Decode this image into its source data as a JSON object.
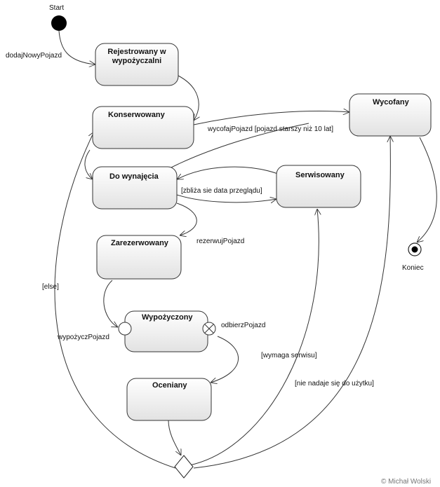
{
  "states": {
    "registered": {
      "line1": "Rejestrowany w",
      "line2": "wypożyczalni"
    },
    "conserved": "Konserwowany",
    "for_rent": "Do wynajęcia",
    "reserved": "Zarezerwowany",
    "rented": "Wypożyczony",
    "rated": "Oceniany",
    "serviced": "Serwisowany",
    "withdrawn": "Wycofany"
  },
  "pseudostates": {
    "start": "Start",
    "end": "Koniec"
  },
  "transitions": {
    "add_vehicle": "dodajNowyPojazd",
    "withdraw": "wycofajPojazd [pojazd starszy niż 10 lat]",
    "inspection_due": "[zbliża sie data przeglądu]",
    "reserve": "rezerwujPojazd",
    "rent": "wypożyczPojazd",
    "pickup": "odbierzPojazd",
    "else_guard": "[else]",
    "needs_service": "[wymaga serwisu]",
    "unusable": "[nie nadaje się do użytku]"
  },
  "credit": "© Michał Wolski",
  "colors": {
    "stroke": "#333333",
    "state_fill_top": "#ffffff",
    "state_fill_bottom": "#e2e2e2"
  }
}
